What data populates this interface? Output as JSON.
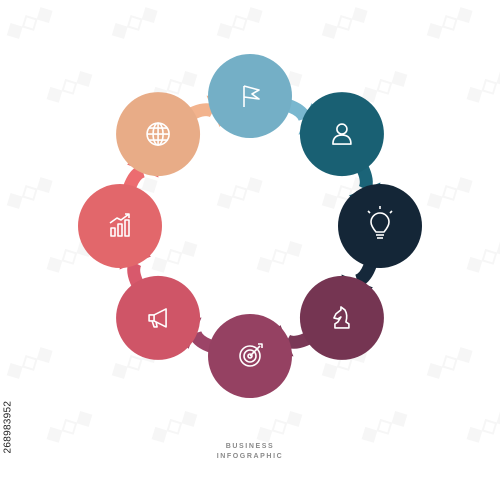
{
  "footer": {
    "line1": "BUSINESS",
    "line2": "INFOGRAPHIC"
  },
  "stock_id": "268983952",
  "steps": [
    {
      "color": "#79b7cf",
      "icon": "flag-icon"
    },
    {
      "color": "#1b6478",
      "icon": "user-icon"
    },
    {
      "color": "#15283a",
      "icon": "lightbulb-icon"
    },
    {
      "color": "#7a3856",
      "icon": "chess-knight-icon"
    },
    {
      "color": "#9c4467",
      "icon": "target-icon"
    },
    {
      "color": "#d8596c",
      "icon": "megaphone-icon"
    },
    {
      "color": "#ec6c70",
      "icon": "bar-chart-icon"
    },
    {
      "color": "#f2b38d",
      "icon": "globe-icon"
    }
  ]
}
